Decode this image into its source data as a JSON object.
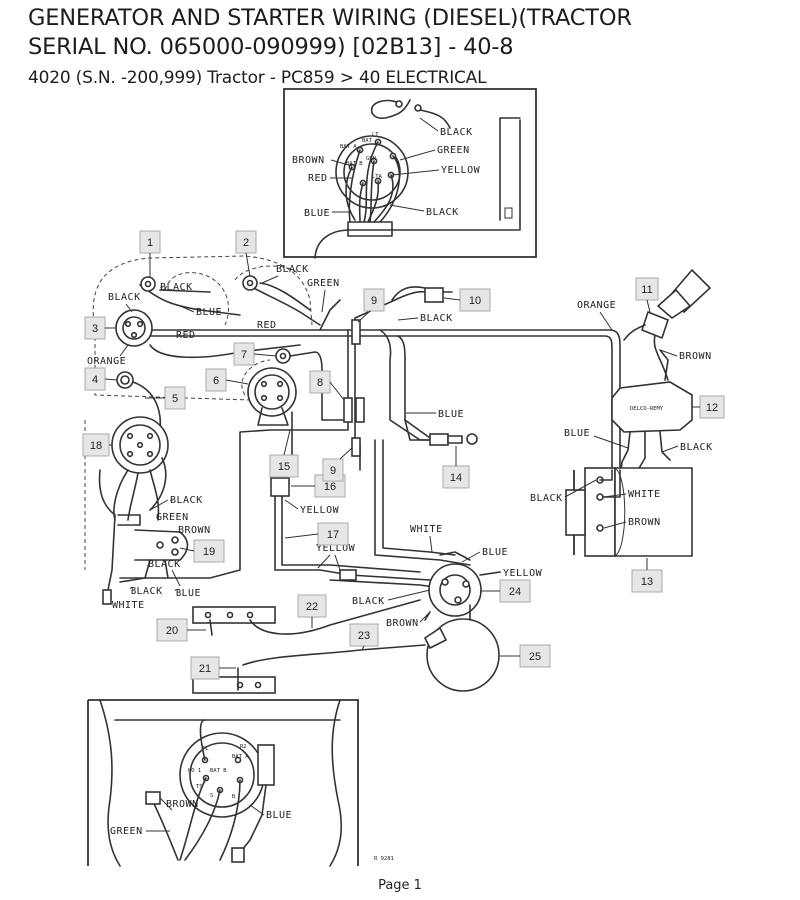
{
  "header": {
    "title_line1": "GENERATOR AND STARTER WIRING (DIESEL)(TRACTOR",
    "title_line2": "SERIAL NO. 065000-090999) [02B13] - 40-8",
    "subtitle": "4020 (S.N. -200,999) Tractor - PC859 > 40 ELECTRICAL"
  },
  "wire_labels": {
    "black": "BLACK",
    "green": "GREEN",
    "yellow": "YELLOW",
    "blue": "BLUE",
    "brown": "BROWN",
    "red": "RED",
    "white": "WHITE",
    "orange": "ORANGE",
    "black_styled": "ɃLACK",
    "black_i": "ƁLACK",
    "blue_i": "ƁLUE"
  },
  "terminal_labels": {
    "lt": "LT",
    "bat": "BAT",
    "bat_a": "BAT A",
    "gen": "GEN",
    "bat_b": "BAT B",
    "lta": "LTA",
    "fl": "FL",
    "r2": "R2",
    "ho1": "HO 1",
    "ts": "TS",
    "s": "S",
    "b": "B",
    "delco": "DELCO-REMY"
  },
  "callouts": [
    "1",
    "2",
    "3",
    "4",
    "5",
    "6",
    "7",
    "8",
    "9",
    "10",
    "11",
    "12",
    "13",
    "14",
    "15",
    "16",
    "17",
    "18",
    "19",
    "20",
    "21",
    "22",
    "23",
    "24",
    "25"
  ],
  "figure_code": "R 9281",
  "footer": {
    "page": "Page 1"
  }
}
